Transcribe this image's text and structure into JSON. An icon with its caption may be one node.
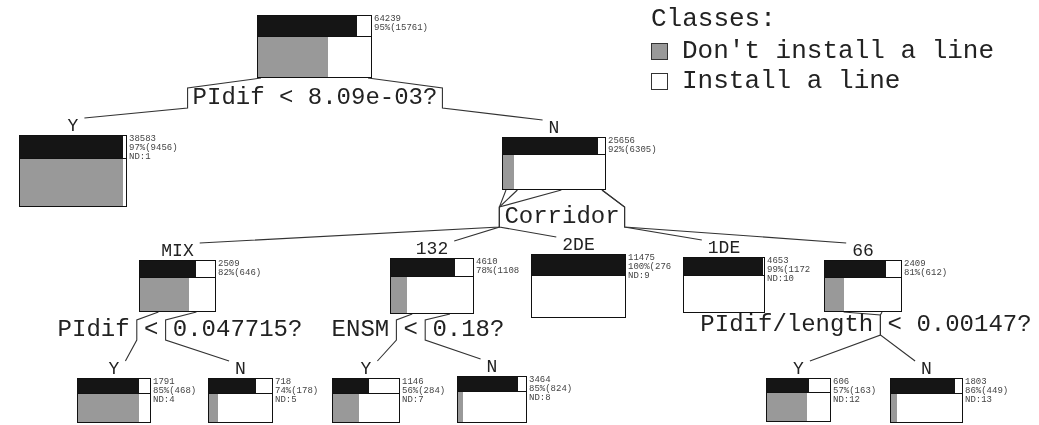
{
  "diagram": {
    "nodes": [
      {
        "text": [],
        "shape": "box",
        "beside": [
          "64239",
          "95%(15761)",
          "PIdif < 8.09e-03?"
        ]
      },
      {
        "text": [
          "Y"
        ],
        "beside": [
          "38583",
          "97%(9456)",
          "ND:1"
        ]
      },
      {
        "text": [
          "N"
        ],
        "beside": [
          "25656",
          "92%(6305)",
          "Corridor"
        ]
      },
      {
        "text": [
          "MIX"
        ],
        "beside": [
          "2509",
          "82%(646)",
          "PIdif < 0.047715?"
        ]
      },
      {
        "text": [
          "132"
        ],
        "beside": [
          "4610",
          "78%(1108",
          "ENSM < 0.18?"
        ]
      },
      {
        "text": [
          "2DE"
        ],
        "beside": [
          "11475",
          "100%(276",
          "ND:9"
        ]
      },
      {
        "text": [
          "1DE"
        ],
        "beside": [
          "4653",
          "99%(1172",
          "ND:10"
        ]
      },
      {
        "text": [
          "66"
        ],
        "beside": [
          "2409",
          "81%(612)",
          "PIdif/length < 0.00147?"
        ]
      },
      {
        "text": [
          "Y"
        ],
        "beside": [
          "1791",
          "85%(468)",
          "ND:4"
        ]
      },
      {
        "text": [
          "N"
        ],
        "beside": [
          "718",
          "74%(178)",
          "ND:5"
        ]
      },
      {
        "text": [
          "Y"
        ],
        "beside": [
          "1146",
          "56%(284)",
          "ND:7"
        ]
      },
      {
        "text": [
          "N"
        ],
        "beside": [
          "3464",
          "85%(824)",
          "ND:8"
        ]
      },
      {
        "text": [
          "Y"
        ],
        "beside": [
          "606",
          "57%(163)",
          "ND:12"
        ]
      },
      {
        "text": [
          "N"
        ],
        "beside": [
          "1803",
          "86%(449)",
          "ND:13"
        ]
      }
    ],
    "edges": [
      {
        "from": 0,
        "to": 1,
        "arrow": "none"
      },
      {
        "from": 0,
        "to": 2,
        "arrow": "none"
      },
      {
        "from": 2,
        "to": 3,
        "arrow": "none"
      },
      {
        "from": 2,
        "to": 4,
        "arrow": "none"
      },
      {
        "from": 2,
        "to": 5,
        "arrow": "none"
      },
      {
        "from": 2,
        "to": 6,
        "arrow": "none"
      },
      {
        "from": 2,
        "to": 7,
        "arrow": "none"
      },
      {
        "from": 3,
        "to": 8,
        "arrow": "none"
      },
      {
        "from": 3,
        "to": 9,
        "arrow": "none"
      },
      {
        "from": 4,
        "to": 10,
        "arrow": "none"
      },
      {
        "from": 4,
        "to": 11,
        "arrow": "none"
      },
      {
        "from": 7,
        "to": 12,
        "arrow": "none"
      },
      {
        "from": 7,
        "to": 13,
        "arrow": "none"
      }
    ],
    "labels": [
      "Classes:"
    ],
    "legend": [
      {
        "text": "Don't install a line",
        "color": "#999999"
      },
      {
        "text": "Install a line",
        "color": "#ffffff"
      }
    ]
  }
}
